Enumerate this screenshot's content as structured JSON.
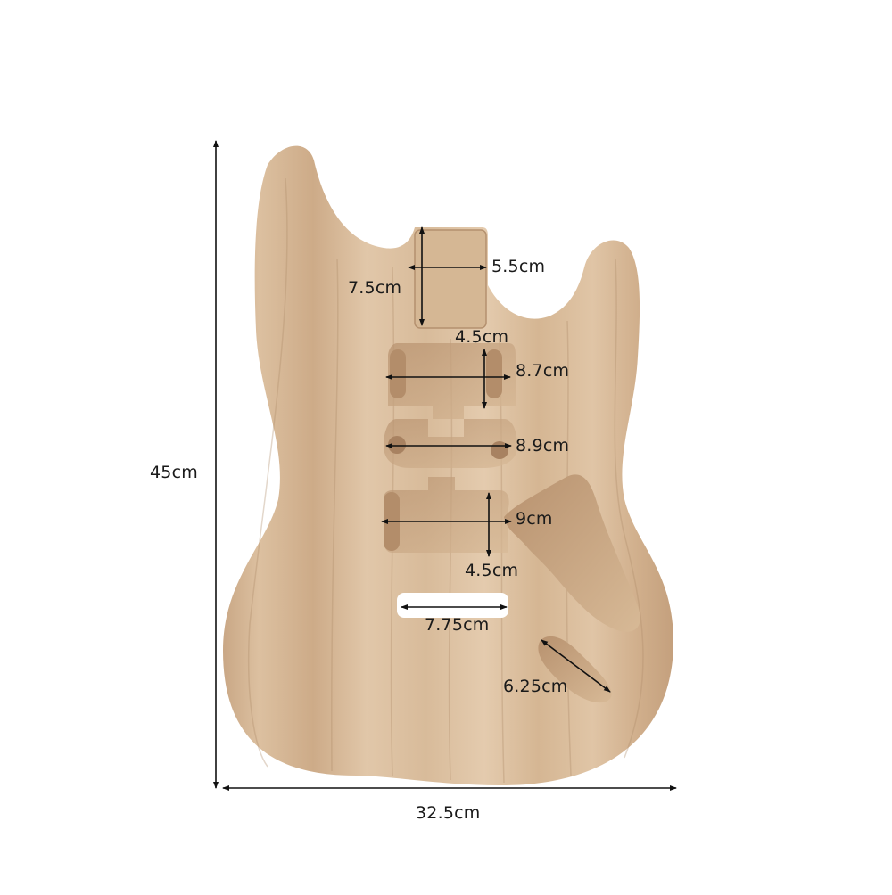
{
  "product": {
    "subject": "Unfinished electric guitar body (ST style), natural wood",
    "colors": {
      "background": "#ffffff",
      "wood_light": "#e3c9ab",
      "wood_mid": "#d2b290",
      "wood_dark": "#b89473",
      "cavity_shadow": "#c4a27f",
      "arrow": "#111111"
    }
  },
  "dimensions": {
    "overall_height": {
      "label": "45cm"
    },
    "overall_width": {
      "label": "32.5cm"
    },
    "neck_pocket_length": {
      "label": "7.5cm"
    },
    "neck_pocket_width": {
      "label": "5.5cm"
    },
    "neck_pickup_height": {
      "label": "4.5cm"
    },
    "neck_pickup_width": {
      "label": "8.7cm"
    },
    "middle_pickup_screw_span": {
      "label": "8.9cm"
    },
    "bridge_pickup_width": {
      "label": "9cm"
    },
    "bridge_pickup_height": {
      "label": "4.5cm"
    },
    "tremolo_slot": {
      "label": "7.75cm"
    },
    "jack_cavity": {
      "label": "6.25cm"
    }
  }
}
